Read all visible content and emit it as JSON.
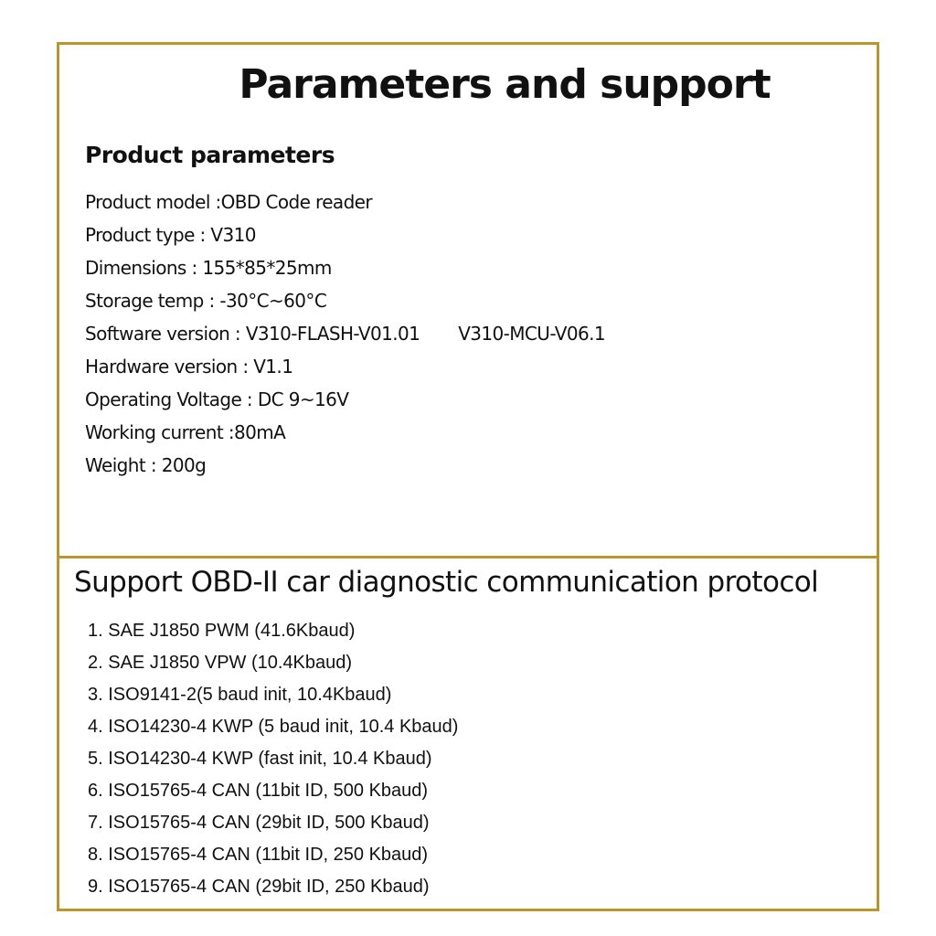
{
  "title": "Parameters and support",
  "product_parameters": {
    "heading": "Product parameters",
    "lines": [
      "Product model :OBD Code reader",
      "Product type : V310",
      "Dimensions : 155*85*25mm",
      "Storage temp : -30°C~60°C",
      "Software version : V310-FLASH-V01.01",
      "Hardware version : V1.1",
      "Operating Voltage : DC 9~16V",
      "Working current :80mA",
      "Weight : 200g"
    ],
    "software_extra": "V310-MCU-V06.1"
  },
  "protocols": {
    "heading": "Support OBD-II car diagnostic communication protocol",
    "items": [
      "1. SAE J1850 PWM (41.6Kbaud)",
      "2. SAE J1850 VPW (10.4Kbaud)",
      "3. ISO9141-2(5 baud init, 10.4Kbaud)",
      "4. ISO14230-4 KWP (5 baud init, 10.4 Kbaud)",
      "5. ISO14230-4 KWP (fast init, 10.4 Kbaud)",
      "6. ISO15765-4 CAN (11bit ID, 500 Kbaud)",
      "7. ISO15765-4 CAN (29bit ID, 500 Kbaud)",
      "8. ISO15765-4 CAN (11bit ID, 250 Kbaud)",
      "9. ISO15765-4 CAN (29bit ID, 250 Kbaud)"
    ]
  },
  "colors": {
    "border": "#b8962e",
    "text": "#111111",
    "background": "#ffffff"
  }
}
